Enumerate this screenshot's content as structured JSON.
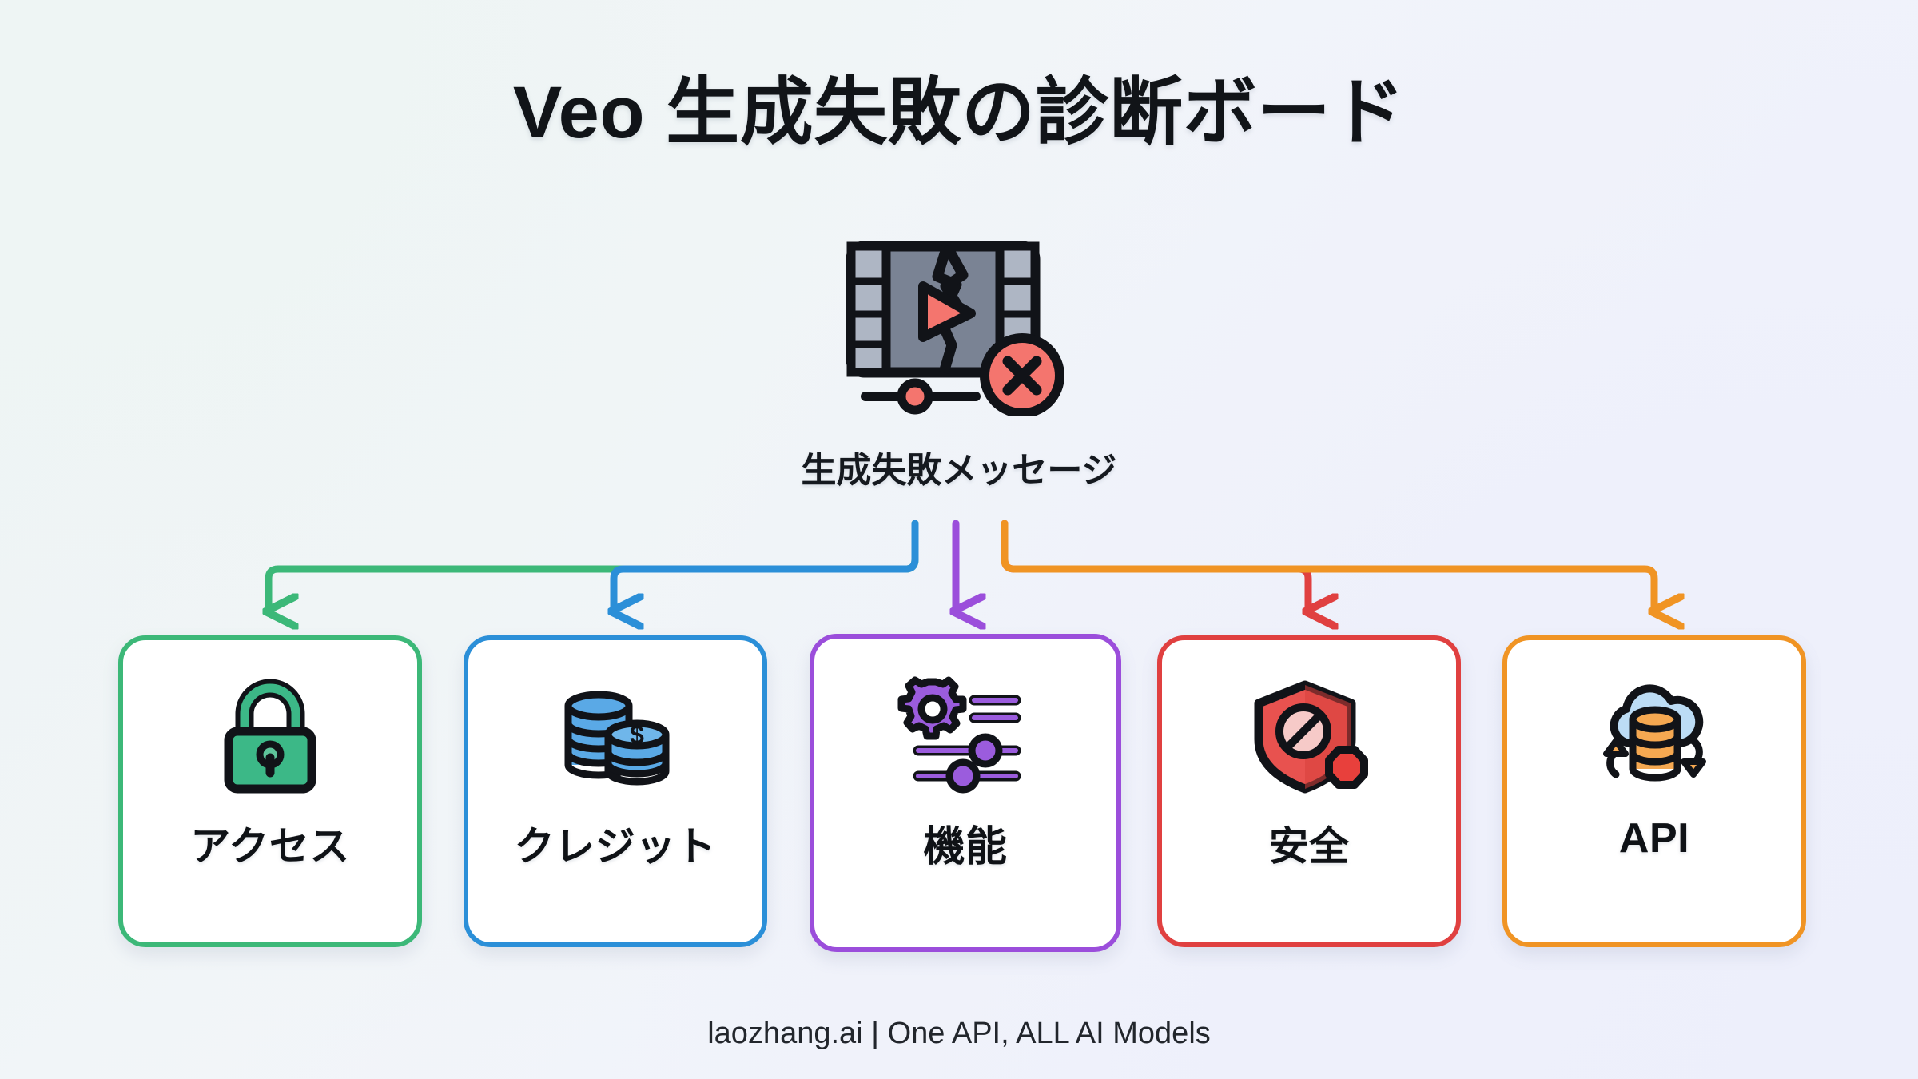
{
  "page": {
    "title": "Veo 生成失敗の診断ボード",
    "background_start": "#eef4f4",
    "background_end": "#eff1fb"
  },
  "hub": {
    "icon": "broken-video-error-icon",
    "caption": "生成失敗メッセージ"
  },
  "branches": [
    {
      "id": "access",
      "label": "アクセス",
      "icon": "padlock-icon",
      "color": "#3cb878"
    },
    {
      "id": "credit",
      "label": "クレジット",
      "icon": "coin-stack-icon",
      "color": "#2b8fd8"
    },
    {
      "id": "feature",
      "label": "機能",
      "icon": "gear-sliders-icon",
      "color": "#9b4edb"
    },
    {
      "id": "safety",
      "label": "安全",
      "icon": "shield-block-icon",
      "color": "#e04040"
    },
    {
      "id": "api",
      "label": "API",
      "icon": "cloud-database-sync-icon",
      "color": "#f09424"
    }
  ],
  "footer": {
    "text": "laozhang.ai | One API, ALL AI Models"
  }
}
